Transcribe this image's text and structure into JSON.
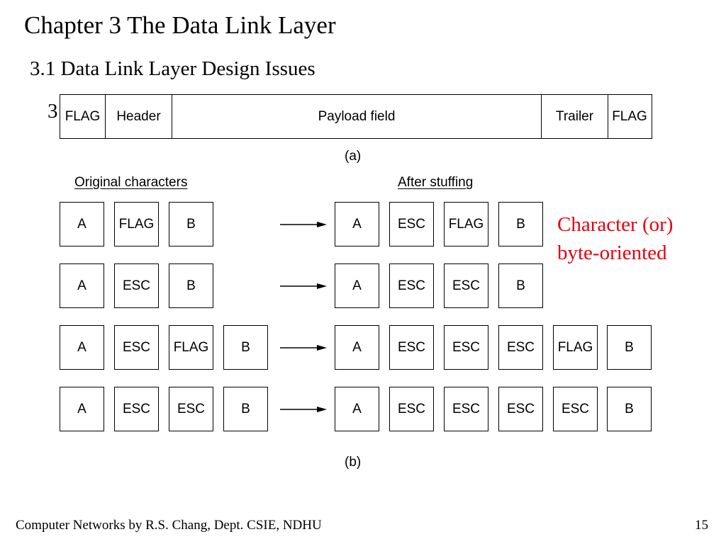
{
  "slide": {
    "title": "Chapter 3 The Data Link Layer",
    "subtitle": "3.1 Data Link Layer Design Issues",
    "cut_text": "3",
    "annotation_line1": "Character (or)",
    "annotation_line2": "byte-oriented",
    "annotation_color": "#e8000f",
    "footer_left": "Computer Networks by R.S. Chang, Dept. CSIE, NDHU",
    "page_number": "15"
  },
  "frame": {
    "cells": [
      "FLAG",
      "Header",
      "Payload field",
      "Trailer",
      "FLAG"
    ],
    "caption": "(a)"
  },
  "stuffing": {
    "original_heading": "Original characters",
    "after_heading": "After stuffing",
    "caption": "(b)",
    "rows": [
      {
        "original": [
          "A",
          "FLAG",
          "B"
        ],
        "after": [
          "A",
          "ESC",
          "FLAG",
          "B"
        ]
      },
      {
        "original": [
          "A",
          "ESC",
          "B"
        ],
        "after": [
          "A",
          "ESC",
          "ESC",
          "B"
        ]
      },
      {
        "original": [
          "A",
          "ESC",
          "FLAG",
          "B"
        ],
        "after": [
          "A",
          "ESC",
          "ESC",
          "ESC",
          "FLAG",
          "B"
        ]
      },
      {
        "original": [
          "A",
          "ESC",
          "ESC",
          "B"
        ],
        "after": [
          "A",
          "ESC",
          "ESC",
          "ESC",
          "ESC",
          "B"
        ]
      }
    ]
  }
}
